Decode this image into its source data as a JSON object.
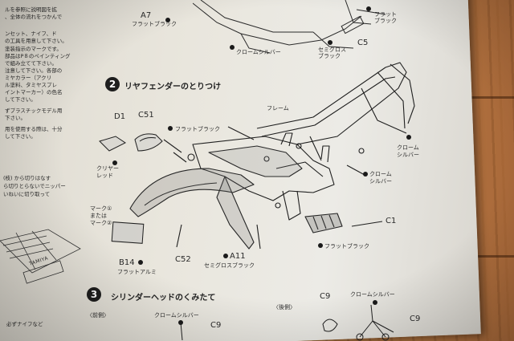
{
  "top_left_text": [
    "ルを参照に説明図を拡",
    "、全体の流れをつかんで",
    "ンセット、ナイフ、ド",
    "の工具を用意して下さい。",
    "塗装指示のマークです。",
    "部品はP８のペインティング",
    "で組み立てて下さい。",
    "注意して下さい。各部の",
    "ミヤカラー（アクリ",
    "ル塗料、タミヤスプレ",
    "イントマーカー）の色名",
    "して下さい。",
    "ずプラスチックモデル用",
    "下さい。",
    "用を使用する際は、十分",
    "して下さい。"
  ],
  "mid_left_text": [
    "(枝) から切りはなす",
    "ら切りとらないでニッパー",
    "いねいに切り取って"
  ],
  "bottom_left_text": "必ずナイフなど",
  "step2": {
    "number": "2",
    "title": "リヤフェンダーのとりつけ",
    "labels": {
      "frame": "フレーム",
      "d1": "D1",
      "c51": "C51",
      "clear_red": "クリヤー\nレッド",
      "flat_black_1": "フラットブラック",
      "chrome_silver_right": "クローム\nシルバー",
      "chrome_silver_mid": "クローム\nシルバー",
      "mark_text": "マーク①\nまたは\nマーク②",
      "b14": "B14",
      "flat_aluminum": "フラットアルミ",
      "c52": "C52",
      "a11": "A11",
      "semi_gloss_black": "セミグロスブラック",
      "c1": "C1",
      "flat_black_2": "フラットブラック"
    }
  },
  "top_diagram": {
    "a7": "A7",
    "flat_black": "フラットブラック",
    "chrome_silver": "クロームシルバー",
    "semi_gloss_black": "セミグロス\nブラック",
    "c5": "C5",
    "flat_black_right": "フラット\nブラック"
  },
  "step3": {
    "number": "3",
    "title": "シリンダーヘッドのくみたて",
    "front": "〈前側〉",
    "rear": "〈後側〉",
    "chrome_silver_left": "クロームシルバー",
    "chrome_silver_right": "クロームシルバー",
    "c9_left": "C9",
    "c9_mid": "C9",
    "c9_right": "C9"
  },
  "sprue_text": "TAMIYA",
  "colors": {
    "paper": "#e6e3da",
    "wood": "#b97a40",
    "ink": "#2a2a2a"
  }
}
